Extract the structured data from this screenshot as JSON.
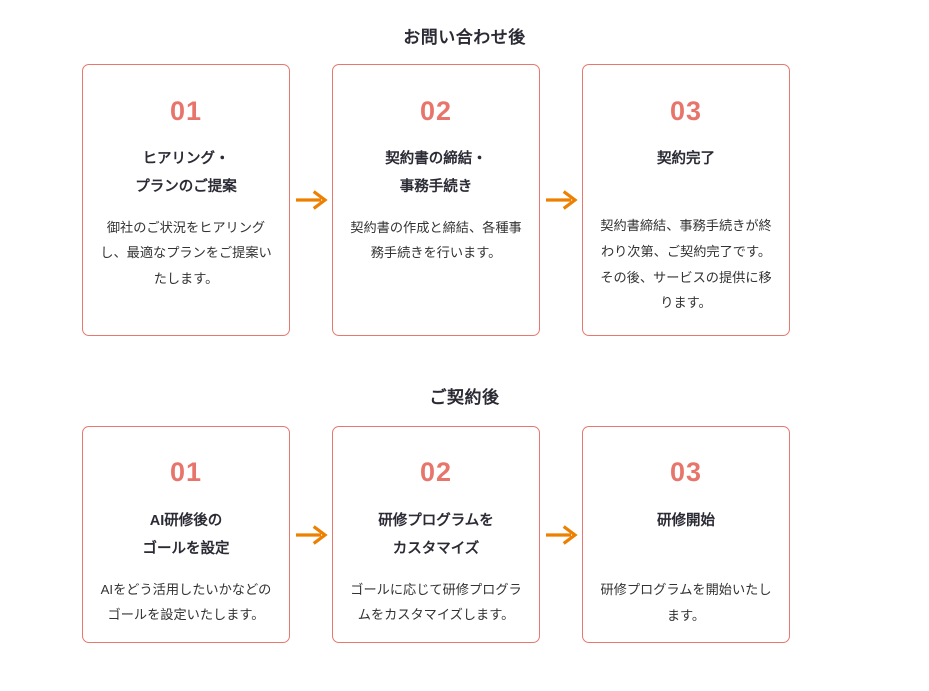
{
  "sections": [
    {
      "title": "お問い合わせ後",
      "cards": [
        {
          "number": "01",
          "title_line1": "ヒアリング・",
          "title_line2": "プランのご提案",
          "body": "御社のご状況をヒアリングし、最適なプランをご提案いたします。"
        },
        {
          "number": "02",
          "title_line1": "契約書の締結・",
          "title_line2": "事務手続き",
          "body": "契約書の作成と締結、各種事務手続きを行います。"
        },
        {
          "number": "03",
          "title_line1": "契約完了",
          "title_line2": "",
          "body": "契約書締結、事務手続きが終わり次第、ご契約完了です。その後、サービスの提供に移ります。"
        }
      ],
      "arrows": [
        "arrow-right-icon",
        "arrow-right-icon"
      ]
    },
    {
      "title": "ご契約後",
      "cards": [
        {
          "number": "01",
          "title_line1": "AI研修後の",
          "title_line2": "ゴールを設定",
          "body": "AIをどう活用したいかなどのゴールを設定いたします。"
        },
        {
          "number": "02",
          "title_line1": "研修プログラムを",
          "title_line2": "カスタマイズ",
          "body": "ゴールに応じて研修プログラムをカスタマイズします。"
        },
        {
          "number": "03",
          "title_line1": "研修開始",
          "title_line2": "",
          "body": "研修プログラムを開始いたします。"
        }
      ],
      "arrows": [
        "arrow-right-icon",
        "arrow-right-icon"
      ]
    }
  ],
  "colors": {
    "card_border": "#e8786e",
    "number": "#e8756b",
    "arrow": "#ed8000",
    "heading_text": "#2b2b35",
    "body_text": "#333333",
    "background": "#ffffff"
  }
}
